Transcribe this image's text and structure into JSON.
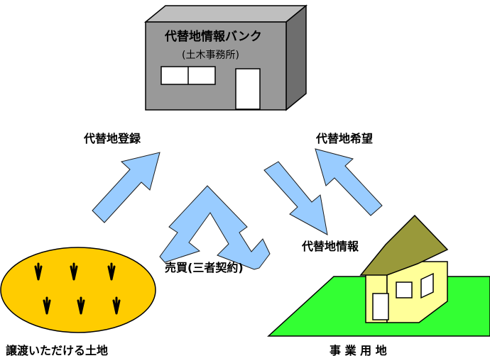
{
  "bank": {
    "title": "代替地情報バンク",
    "subtitle": "(土木事務所)"
  },
  "labels": {
    "register": "代替地登録",
    "request": "代替地希望",
    "sale": "売買(三者契約)",
    "info": "代替地情報",
    "land_left": "譲渡いただける土地",
    "land_right": "事 業 用 地"
  },
  "colors": {
    "building_front": "#999999",
    "building_top": "#bfbfbf",
    "building_side": "#6e6e6e",
    "arrow_fill": "#99ccff",
    "field_fill": "#ffcc00",
    "site_fill": "#33ff33",
    "house_wall": "#ffff99",
    "house_roof": "#99993a"
  },
  "icons": [
    "building-icon",
    "rice-field-icon",
    "house-icon",
    "arrow-icon"
  ]
}
